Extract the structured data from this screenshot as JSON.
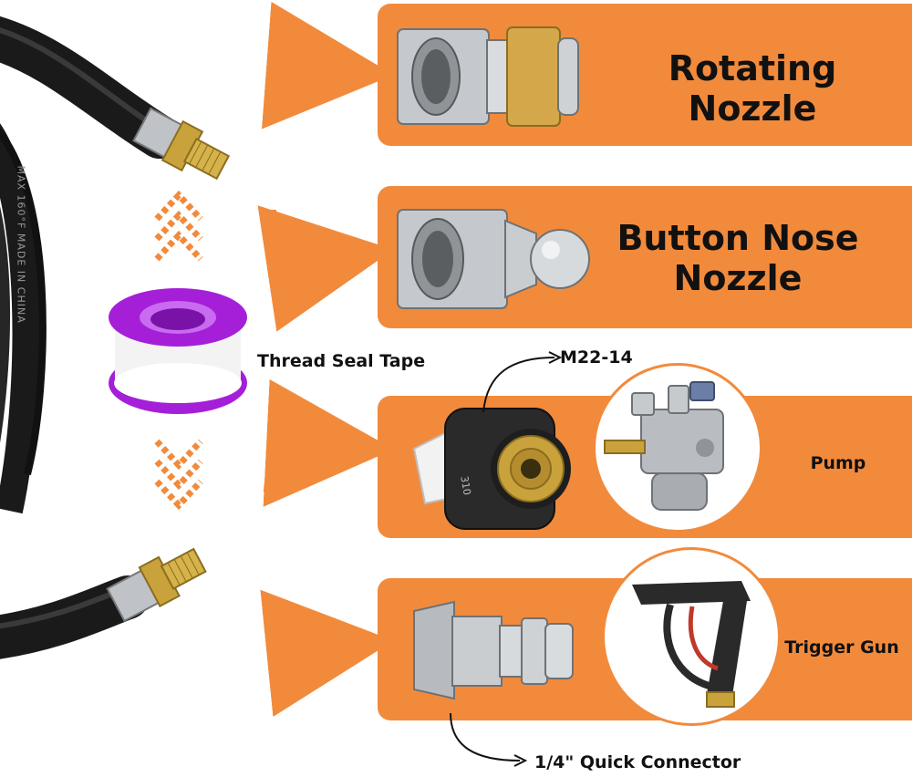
{
  "panels": {
    "rotating_nozzle": {
      "label": "Rotating Nozzle"
    },
    "button_nose_nozzle": {
      "line1": "Button Nose",
      "line2": "Nozzle"
    },
    "pump": {
      "label": "Pump"
    },
    "trigger_gun": {
      "label": "Trigger Gun"
    }
  },
  "thread_seal_tape": {
    "label": "Thread Seal Tape"
  },
  "callouts": {
    "m22": "M22-14",
    "quick_connector": "1/4\" Quick Connector",
    "coupler_marking": "310"
  },
  "hose_print": "MAX 160°F  MADE IN CHINA",
  "colors": {
    "accent_orange": "#f28a3c",
    "hose_black": "#1a1a1a",
    "tape_purple": "#a51fd8",
    "brass": "#c9a23c",
    "steel": "#bfc3c7"
  }
}
